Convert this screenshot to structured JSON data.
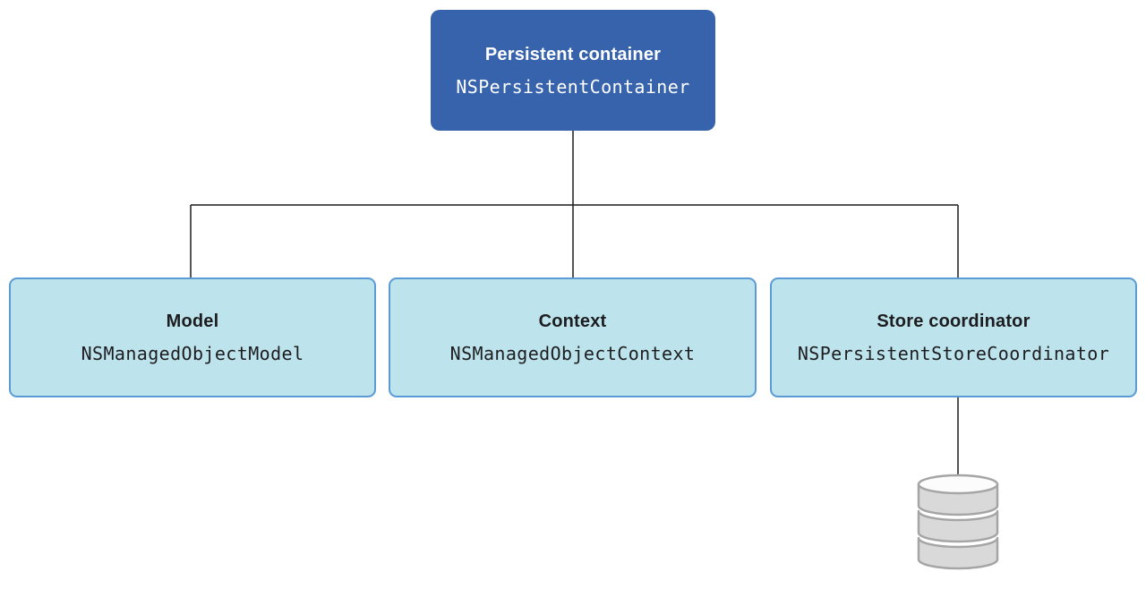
{
  "colors": {
    "root-fill": "#3763ad",
    "root-text": "#ffffff",
    "child-fill": "#bde3ec",
    "child-border": "#5b9bd5",
    "child-text": "#1d1d1f",
    "line": "#1c1c1c",
    "cylinder-fill": "#d9d9d9",
    "cylinder-top": "#fcfcfc",
    "cylinder-stroke": "#a5a5a5",
    "background": "#ffffff"
  },
  "root": {
    "title": "Persistent container",
    "class_name": "NSPersistentContainer"
  },
  "children": [
    {
      "title": "Model",
      "class_name": "NSManagedObjectModel"
    },
    {
      "title": "Context",
      "class_name": "NSManagedObjectContext"
    },
    {
      "title": "Store coordinator",
      "class_name": "NSPersistentStoreCoordinator"
    }
  ],
  "icons": {
    "store": "database-cylinder-icon"
  }
}
